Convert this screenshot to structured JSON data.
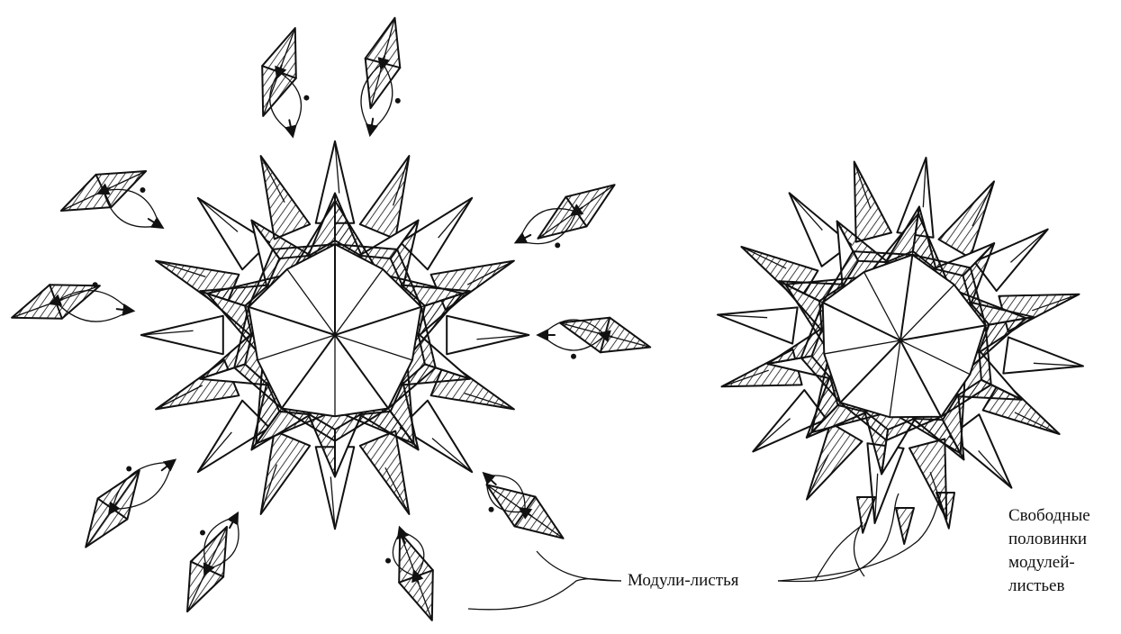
{
  "labels": {
    "leaf_modules": "Модули-листья",
    "free_halves": [
      "Свободные",
      "половинки",
      "модулей-",
      "листьев"
    ]
  },
  "colors": {
    "ink": "#111111",
    "paper": "#ffffff"
  }
}
